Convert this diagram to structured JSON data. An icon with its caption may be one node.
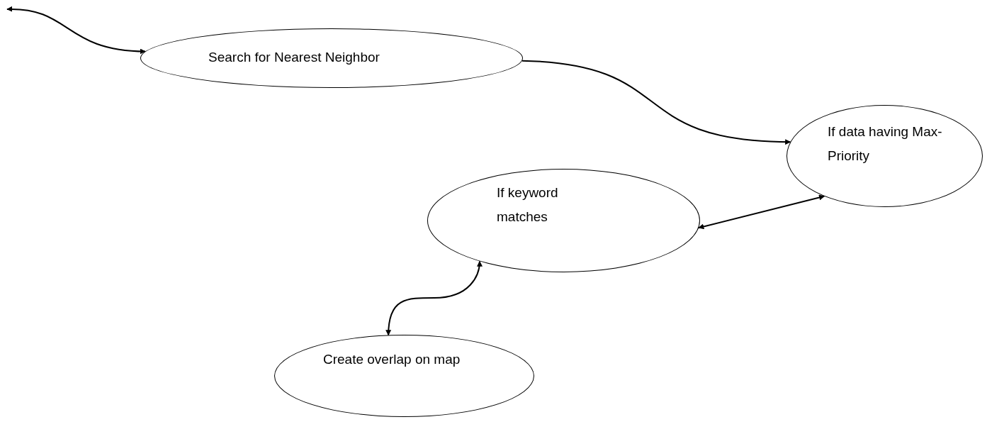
{
  "diagram": {
    "nodes": [
      {
        "text": [
          "Search for Nearest Neighbor"
        ]
      },
      {
        "text": [
          "If data having Max- Priority"
        ]
      },
      {
        "text": [
          "If keyword matches"
        ]
      },
      {
        "text": [
          "Create overlap on map"
        ]
      }
    ],
    "edges": [
      {
        "from": null,
        "to": 0,
        "arrow": "both"
      },
      {
        "from": 0,
        "to": 1,
        "arrow": "to"
      },
      {
        "from": 2,
        "to": 1,
        "arrow": "both"
      },
      {
        "from": 3,
        "to": 2,
        "arrow": "both"
      }
    ]
  }
}
